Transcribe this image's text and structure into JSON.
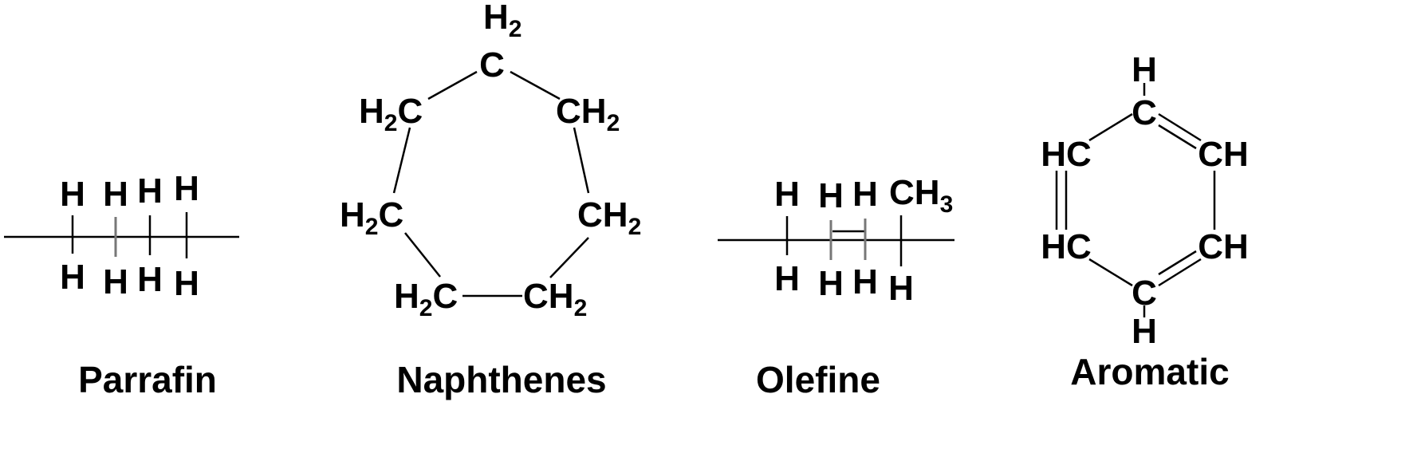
{
  "molecules": {
    "parrafin": {
      "caption": "Parrafin",
      "top_h": [
        "H",
        "H",
        "H",
        "H"
      ],
      "bottom_h": [
        "H",
        "H",
        "H",
        "H"
      ]
    },
    "naphthenes": {
      "caption": "Naphthenes",
      "top": {
        "main": "H",
        "sub": "2"
      },
      "top_c": "C",
      "ring": [
        {
          "main": "H",
          "sub": "2",
          "tail": "C"
        },
        {
          "main": "CH",
          "sub": "2"
        },
        {
          "main": "H",
          "sub": "2",
          "tail": "C"
        },
        {
          "main": "CH",
          "sub": "2"
        },
        {
          "main": "H",
          "sub": "2",
          "tail": "C"
        },
        {
          "main": "CH",
          "sub": "2"
        }
      ]
    },
    "olefine": {
      "caption": "Olefine",
      "top_h": [
        "H",
        "H",
        "H"
      ],
      "methyl": {
        "main": "CH",
        "sub": "3"
      },
      "bottom_h": [
        "H",
        "H",
        "H",
        "H"
      ]
    },
    "aromatic": {
      "caption": "Aromatic",
      "top_h": "H",
      "top_c": "C",
      "left_top": "HC",
      "right_top": "CH",
      "left_bottom": "HC",
      "right_bottom": "CH",
      "bottom_c": "C",
      "bottom_h": "H"
    }
  }
}
